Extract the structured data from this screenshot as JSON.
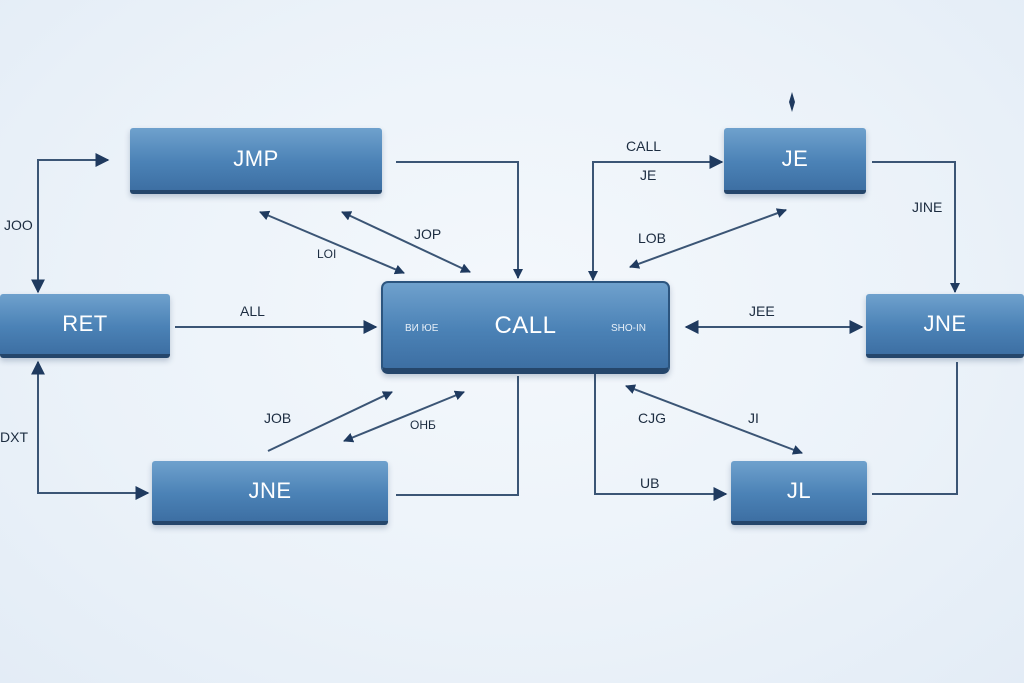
{
  "nodes": {
    "jmp": "JMP",
    "je": "JE",
    "ret": "RET",
    "call": "CALL",
    "call_left_sub": "ВИ ЮЕ",
    "call_right_sub": "SHO-IN",
    "jne_right": "JNE",
    "jne_bottom": "JNE",
    "jl": "JL"
  },
  "edge_labels": {
    "jod": "JOO",
    "dxt": "DXT",
    "all": "ALL",
    "lon": "LOI",
    "jop": "JOP",
    "call": "CALL",
    "je": "JE",
    "lob": "LOB",
    "jine": "JINE",
    "jee": "JEE",
    "job": "JOB",
    "ohs": "ОНБ",
    "cjg": "CJG",
    "ji": "JI",
    "ub": "UB"
  }
}
